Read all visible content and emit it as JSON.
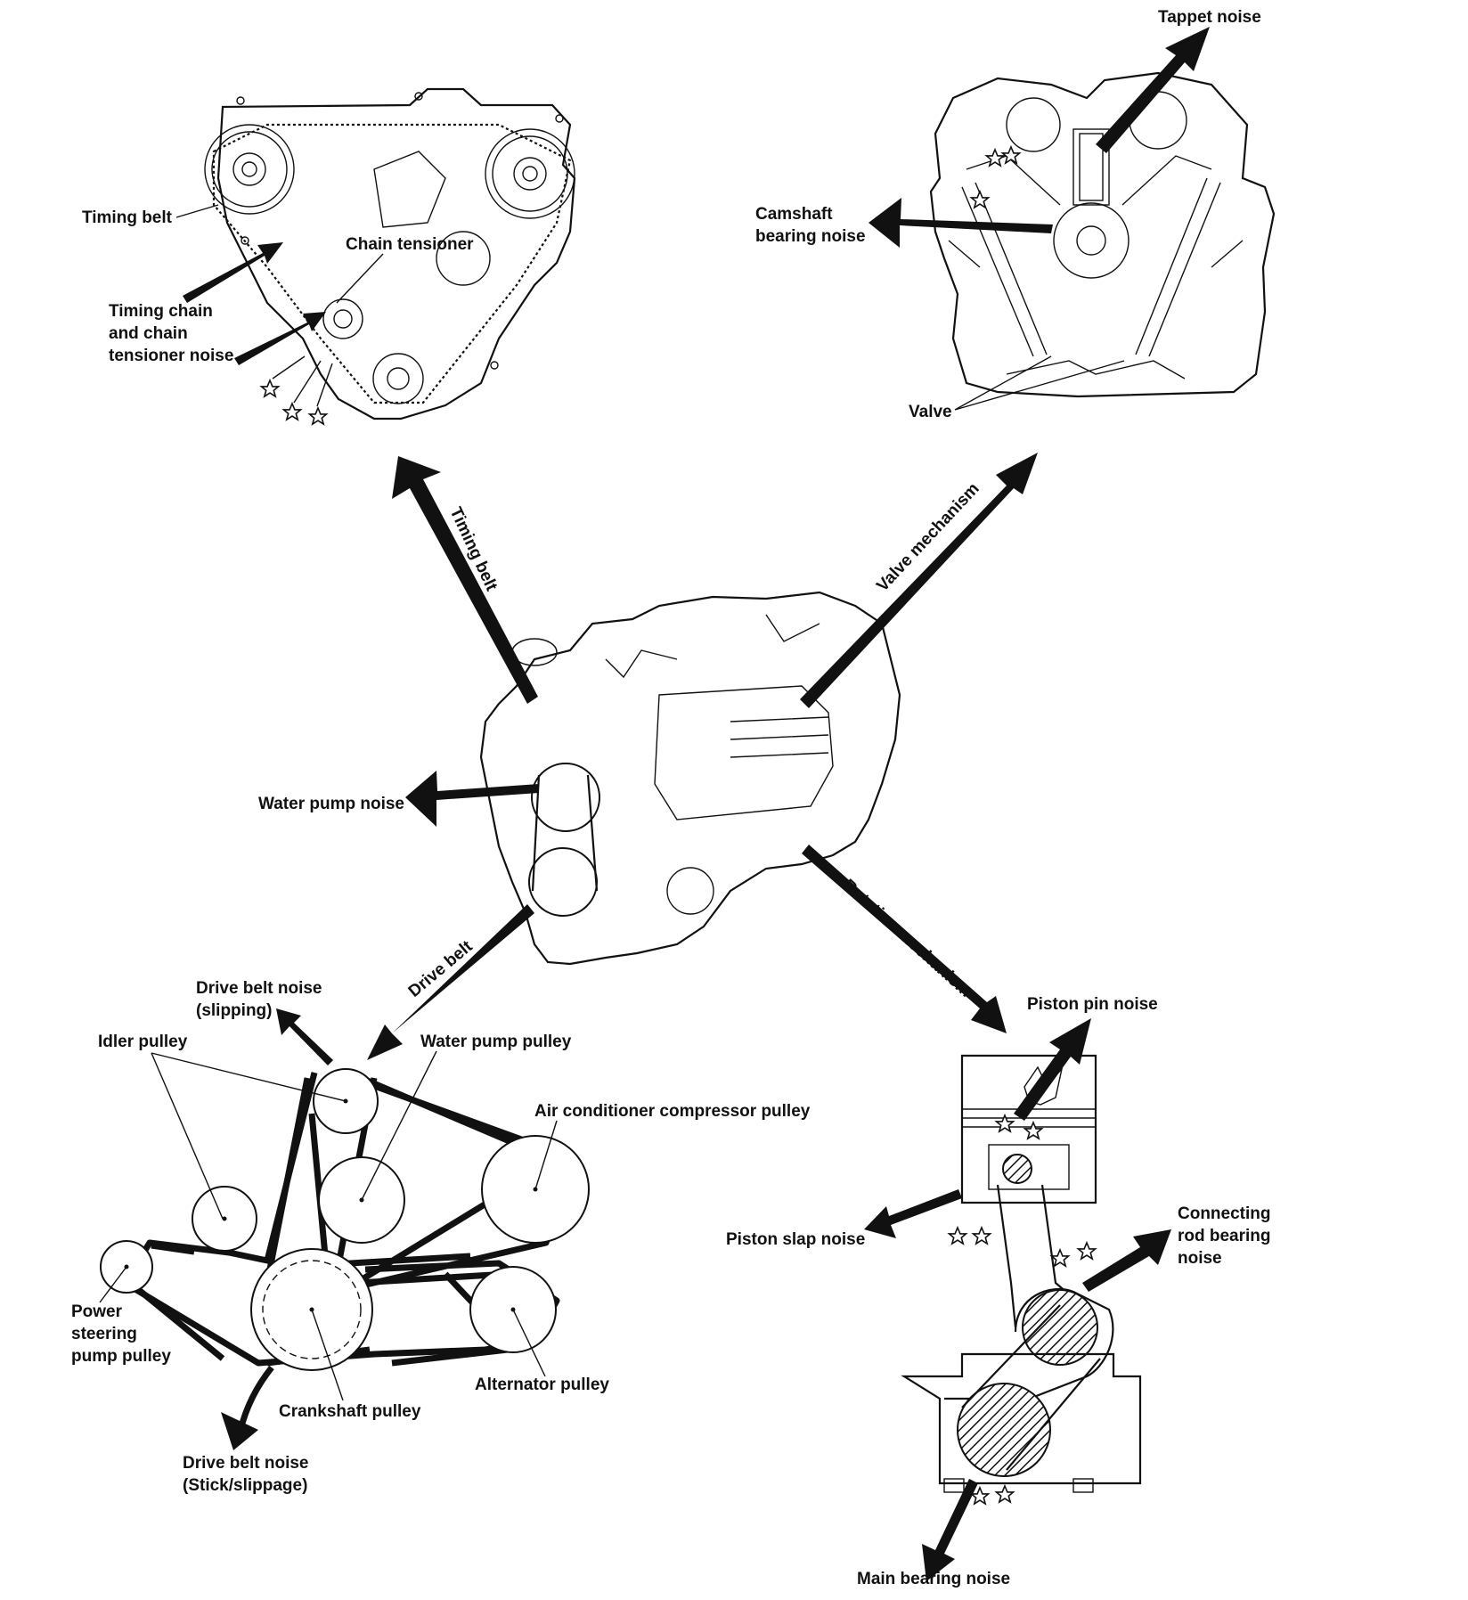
{
  "sections": {
    "timing": {
      "branch_label": "Timing belt",
      "labels": {
        "timing_belt": "Timing belt",
        "chain_tensioner": "Chain tensioner",
        "timing_chain_noise": [
          "Timing chain",
          "and chain",
          "tensioner noise"
        ]
      }
    },
    "valve": {
      "branch_label": "Valve mechanism",
      "labels": {
        "tappet_noise": "Tappet noise",
        "camshaft_bearing_noise": [
          "Camshaft",
          "bearing noise"
        ],
        "valve": "Valve"
      }
    },
    "engine": {
      "labels": {
        "water_pump_noise": "Water pump noise"
      }
    },
    "drive_belt": {
      "branch_label": "Drive belt",
      "labels": {
        "drive_belt_noise_slipping": [
          "Drive belt noise",
          "(slipping)"
        ],
        "idler_pulley": "Idler pulley",
        "water_pump_pulley": "Water pump pulley",
        "ac_compressor_pulley": "Air conditioner compressor pulley",
        "power_steering_pulley": [
          "Power",
          "steering",
          "pump pulley"
        ],
        "alternator_pulley": "Alternator pulley",
        "crankshaft_pulley": "Crankshaft pulley",
        "drive_belt_noise_stick": [
          "Drive belt noise",
          "(Stick/slippage)"
        ]
      }
    },
    "rotation": {
      "branch_label": "Rotation mechanism",
      "labels": {
        "piston_pin_noise": "Piston pin noise",
        "piston_slap_noise": "Piston slap noise",
        "connecting_rod_noise": [
          "Connecting",
          "rod bearing",
          "noise"
        ],
        "main_bearing_noise": "Main bearing noise"
      }
    }
  },
  "icons": [
    "star-icon",
    "burst-icon"
  ]
}
